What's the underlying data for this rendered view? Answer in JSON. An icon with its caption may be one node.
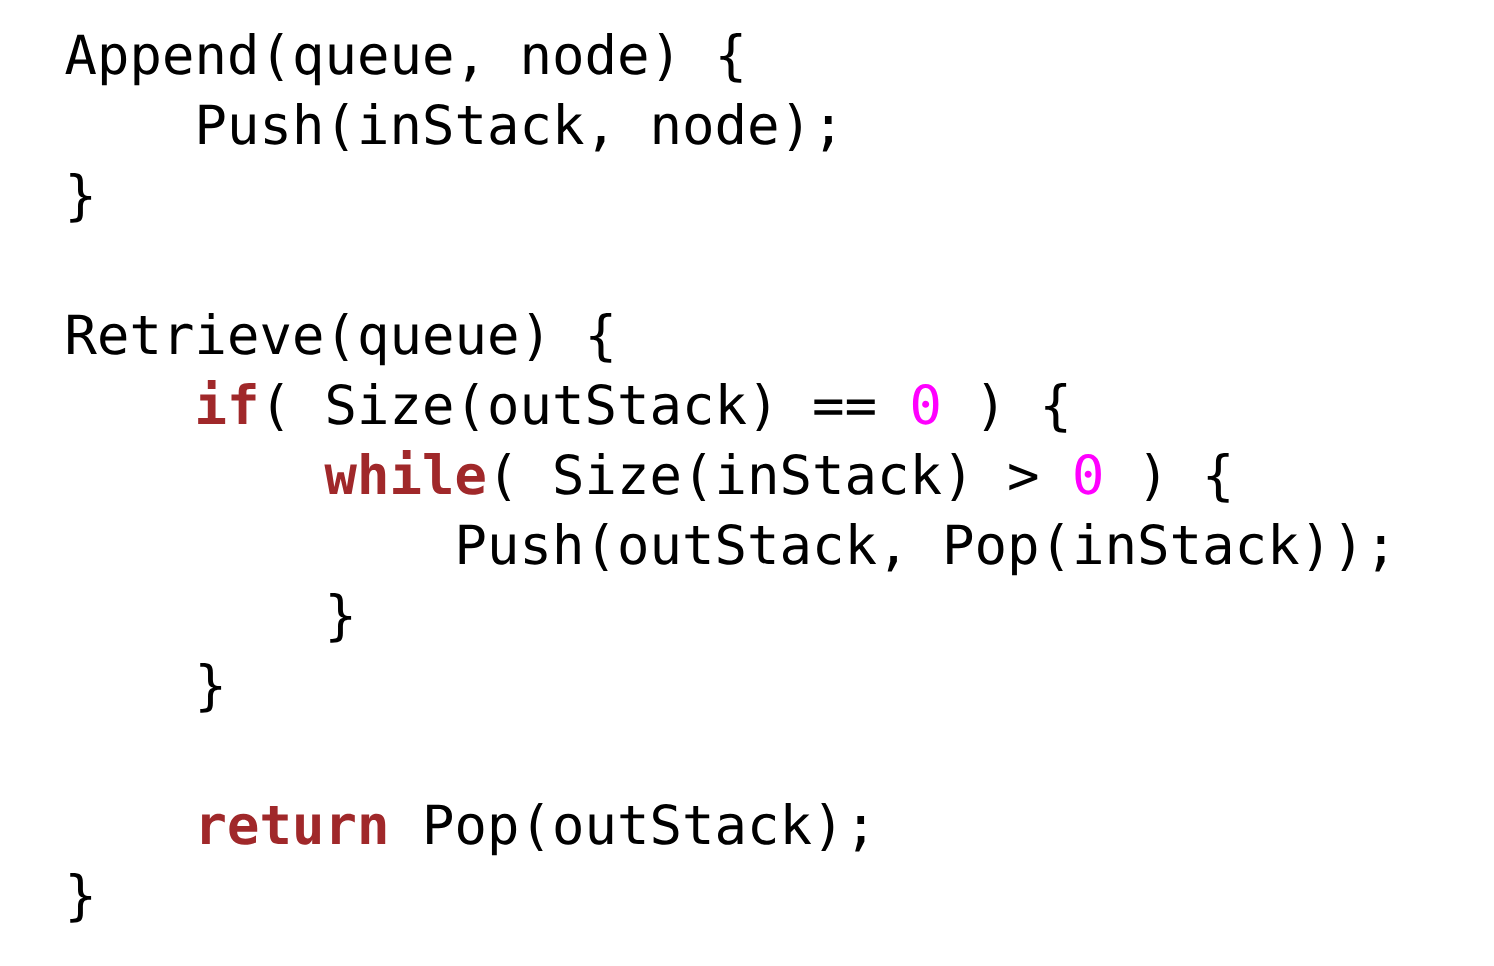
{
  "diagram": {
    "labels": [
      "Append(queue, node) {",
      "Push(inStack, node);",
      "}",
      "Retrieve(queue) {",
      "if",
      "( Size(outStack) ==",
      "0",
      ") {",
      "while",
      "( Size(inStack) >",
      "0",
      ") {",
      "Push(outStack, Pop(inStack));",
      "}",
      "}",
      "return",
      "Pop(outStack);",
      "}"
    ]
  }
}
